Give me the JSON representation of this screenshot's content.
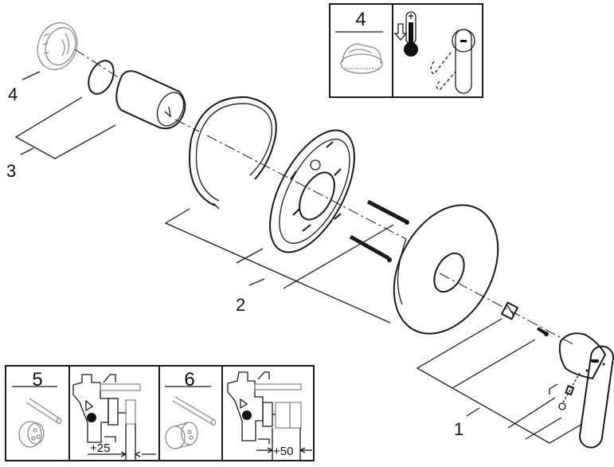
{
  "diagram": {
    "title": "Exploded view — concealed single-lever shower mixer trim",
    "colors": {
      "line": "#1a1a1a",
      "grey": "#8a8a8a",
      "background": "#ffffff"
    },
    "callouts": [
      {
        "id": "1",
        "label": "1",
        "part": "lever handle with cover plate adapter, screw and set screw"
      },
      {
        "id": "2",
        "label": "2",
        "part": "mounting plate, wall escutcheon, retaining ring and screws"
      },
      {
        "id": "3",
        "label": "3",
        "part": "extension sleeve with o-ring"
      },
      {
        "id": "4",
        "label": "4",
        "part": "temperature limiter cap"
      }
    ],
    "inset_top": {
      "number": "4",
      "icons": [
        "temperature-limiter-icon",
        "thermometer-down-icon",
        "lever-rotation-icon"
      ]
    },
    "inset_bottom": [
      {
        "number": "5",
        "dimension": "+25",
        "icons": [
          "rod-icon",
          "cartridge-icon",
          "valve-body-icon"
        ]
      },
      {
        "number": "6",
        "dimension": "+50",
        "icons": [
          "rod-icon",
          "cartridge-icon",
          "valve-body-icon"
        ]
      }
    ]
  }
}
